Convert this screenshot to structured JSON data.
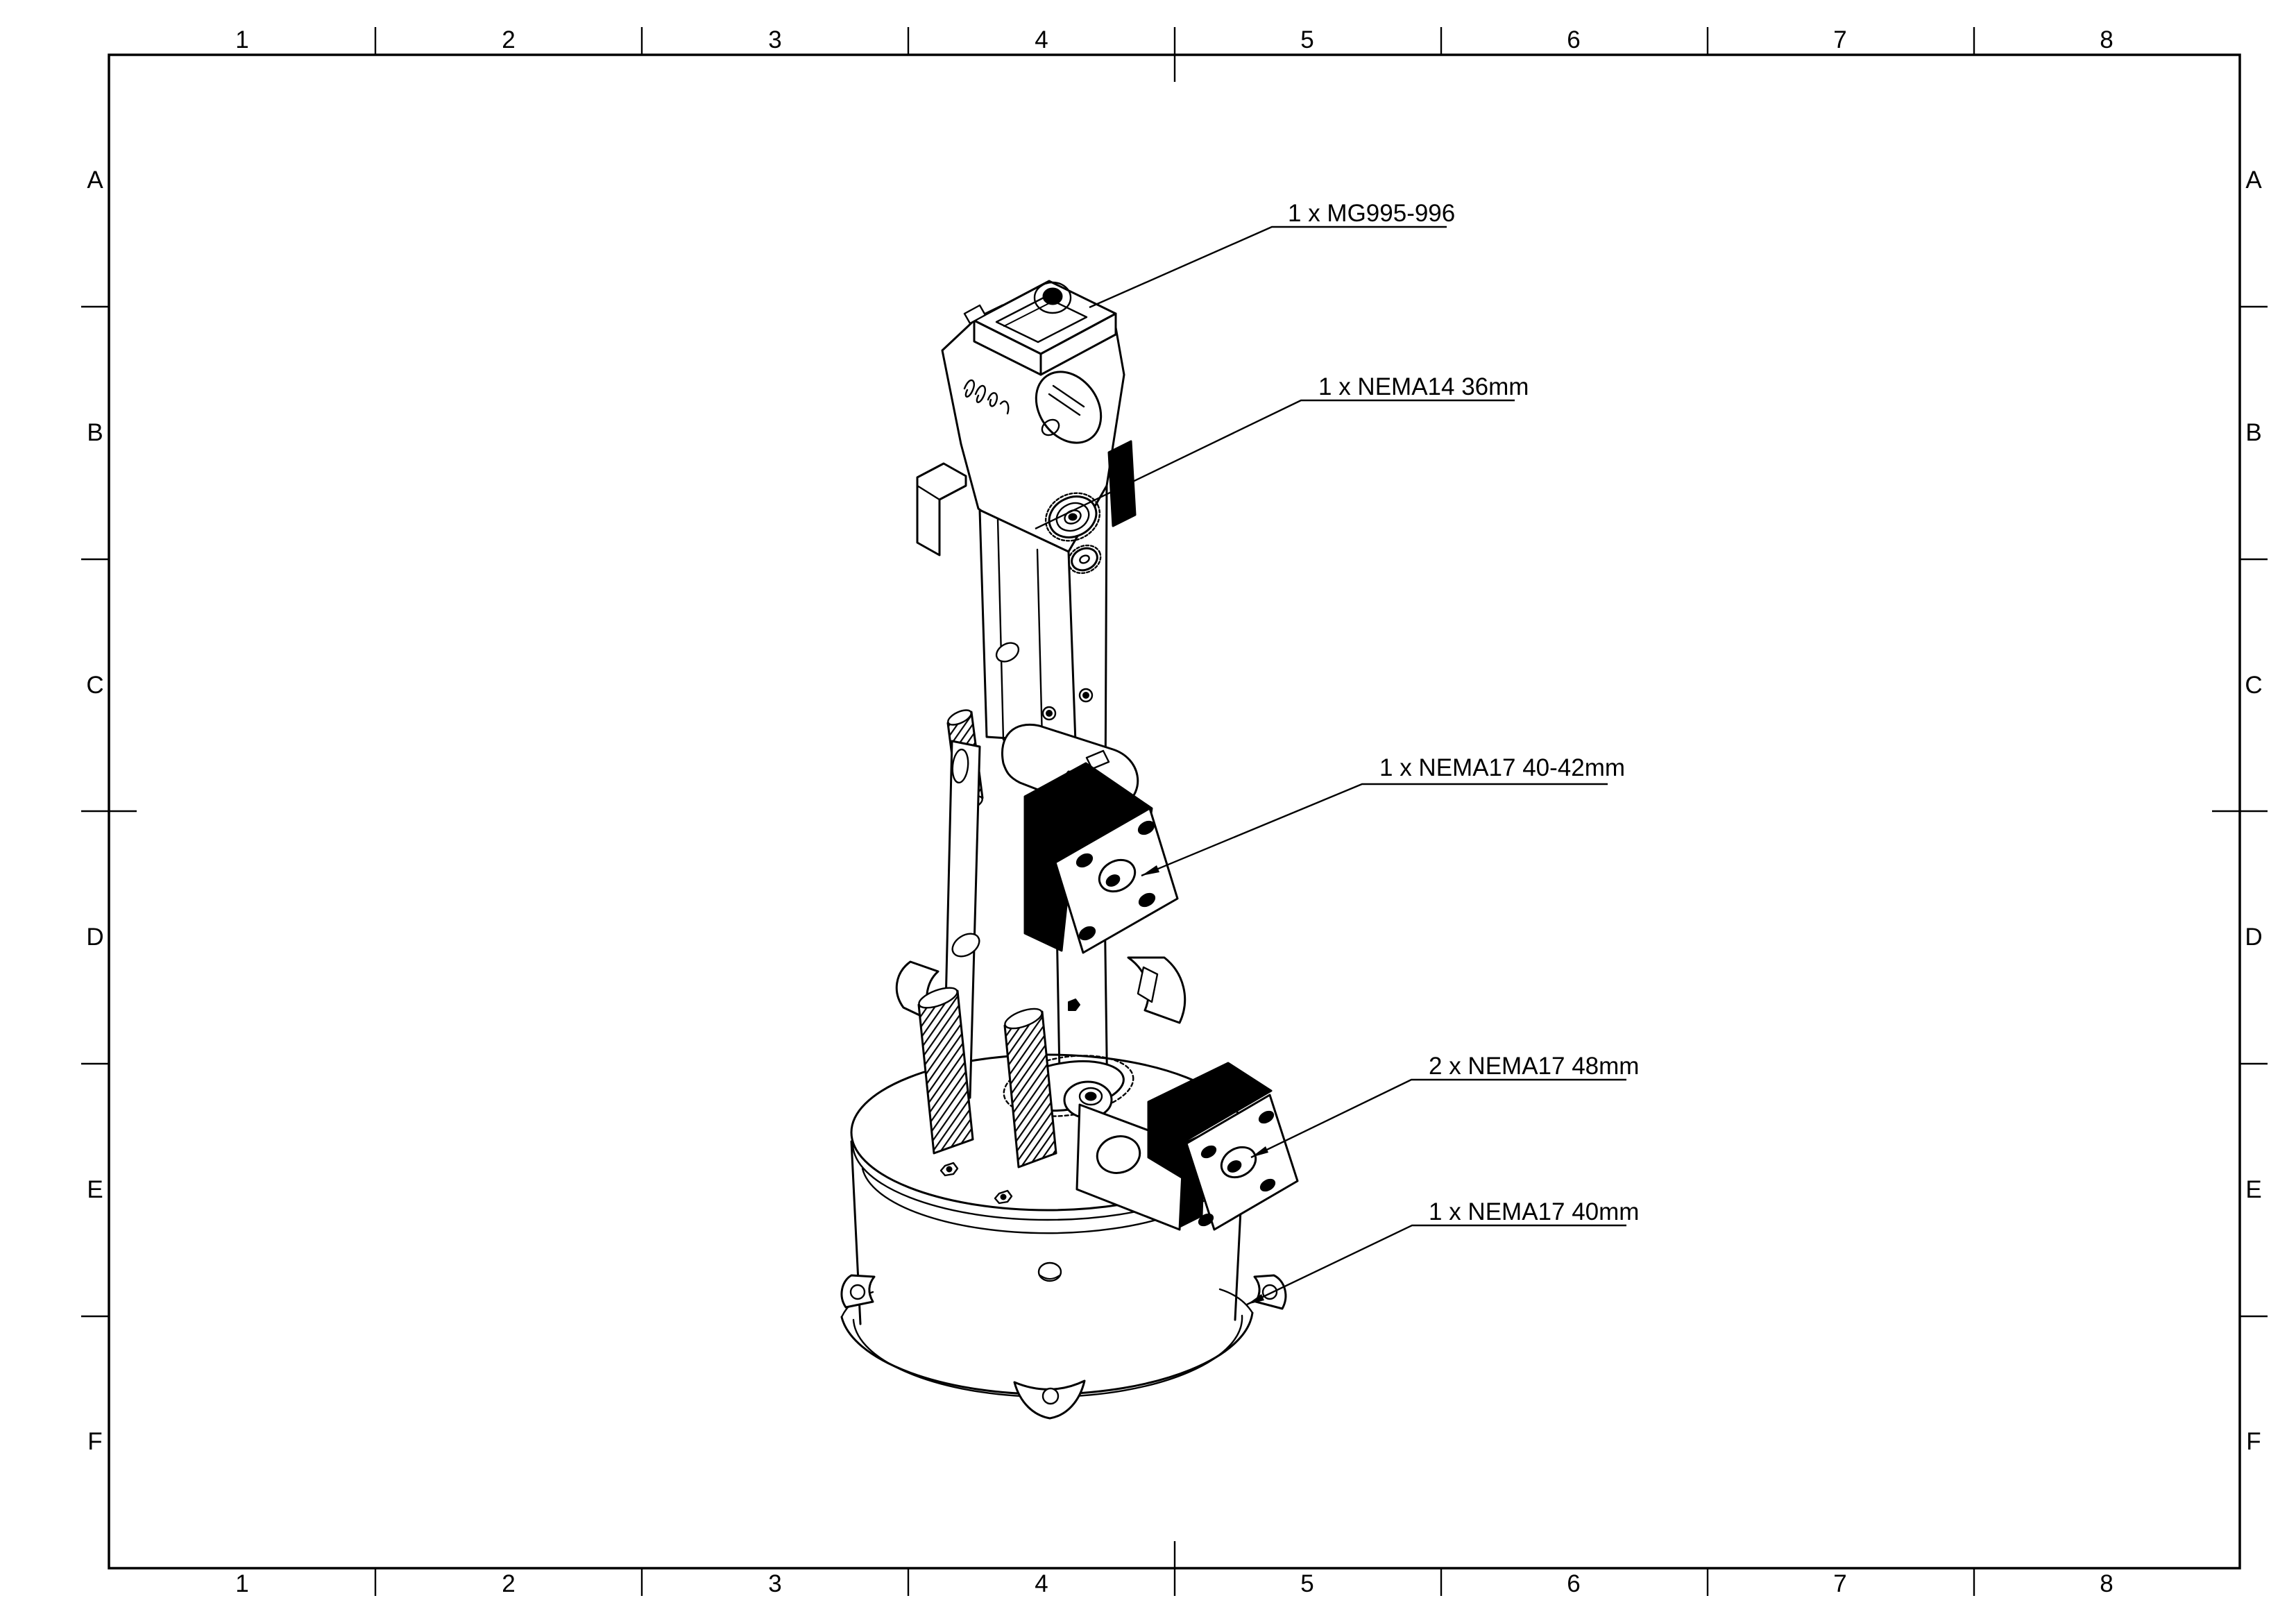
{
  "page": {
    "background": "#ffffff",
    "line_color": "#000000"
  },
  "figure": {
    "description": "Isometric CAD line drawing of a robot arm assembly: servo head on top, geared joints, stepper motors and a cylindrical turntable base"
  },
  "grid": {
    "columns": [
      "1",
      "2",
      "3",
      "4",
      "5",
      "6",
      "7",
      "8"
    ],
    "rows": [
      "A",
      "B",
      "C",
      "D",
      "E",
      "F"
    ]
  },
  "callouts": [
    {
      "text": "1 x MG995-996"
    },
    {
      "text": "1 x NEMA14 36mm"
    },
    {
      "text": "1 x NEMA17 40-42mm"
    },
    {
      "text": "2 x NEMA17 48mm"
    },
    {
      "text": "1 x NEMA17 40mm"
    }
  ]
}
